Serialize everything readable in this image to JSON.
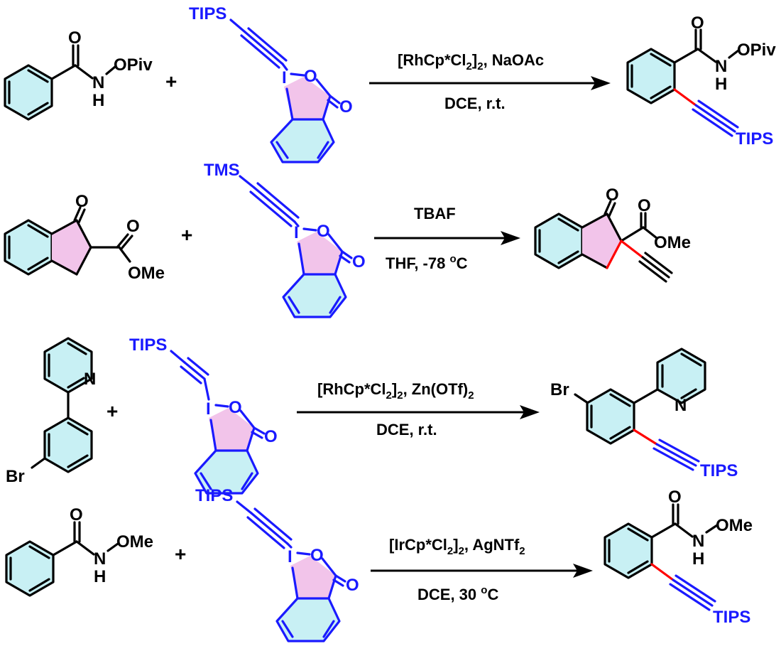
{
  "plus": "+",
  "atoms": {
    "O": "O",
    "N": "N",
    "H": "H",
    "I": "I",
    "Br": "Br",
    "OPiv": "OPiv",
    "OMe": "OMe",
    "TIPS": "TIPS",
    "TMS": "TMS"
  },
  "reactions": [
    {
      "conditions_above": [
        "[RhCp*Cl",
        "2",
        "]",
        "2",
        ", NaOAc"
      ],
      "conditions_below": "DCE, r.t."
    },
    {
      "conditions_above": "TBAF",
      "conditions_below": [
        "THF,  -78 ",
        "o",
        "C"
      ]
    },
    {
      "conditions_above": [
        "[RhCp*Cl",
        "2",
        "]",
        "2",
        ", Zn(OTf)",
        "2"
      ],
      "conditions_below": "DCE, r.t."
    },
    {
      "conditions_above": [
        "[IrCp*Cl",
        "2",
        "]",
        "2",
        ", AgNTf",
        "2"
      ],
      "conditions_below": [
        "DCE, 30 ",
        "o",
        "C"
      ]
    }
  ],
  "colors": {
    "bond": "#000000",
    "reagent": "#1a1aff",
    "new_bond": "#ff0000",
    "aromatic_fill": "#c8f0f4",
    "iodane_ring_fill": "#f2c4ea"
  }
}
